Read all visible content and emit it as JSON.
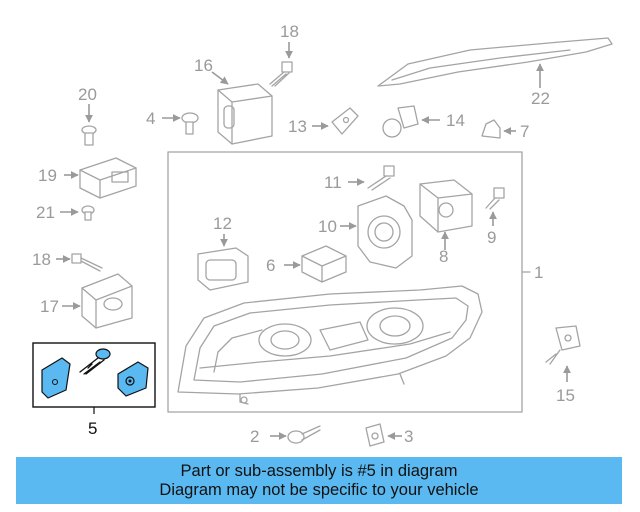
{
  "colors": {
    "highlight": "#5ab9f1",
    "part_line": "#a4a4a4",
    "callout_text": "#9a9a9a",
    "highlight_text": "#111111"
  },
  "callouts": {
    "n1": "1",
    "n2": "2",
    "n3": "3",
    "n4": "4",
    "n5": "5",
    "n6": "6",
    "n7": "7",
    "n8": "8",
    "n9": "9",
    "n10": "10",
    "n11": "11",
    "n12": "12",
    "n13": "13",
    "n14": "14",
    "n15": "15",
    "n16": "16",
    "n17": "17",
    "n18a": "18",
    "n18b": "18",
    "n19": "19",
    "n20": "20",
    "n21": "21",
    "n22": "22"
  },
  "highlighted_part": "5",
  "banner": {
    "line1": "Part or sub-assembly is #5 in diagram",
    "line2": "Diagram may not be specific to your vehicle"
  }
}
